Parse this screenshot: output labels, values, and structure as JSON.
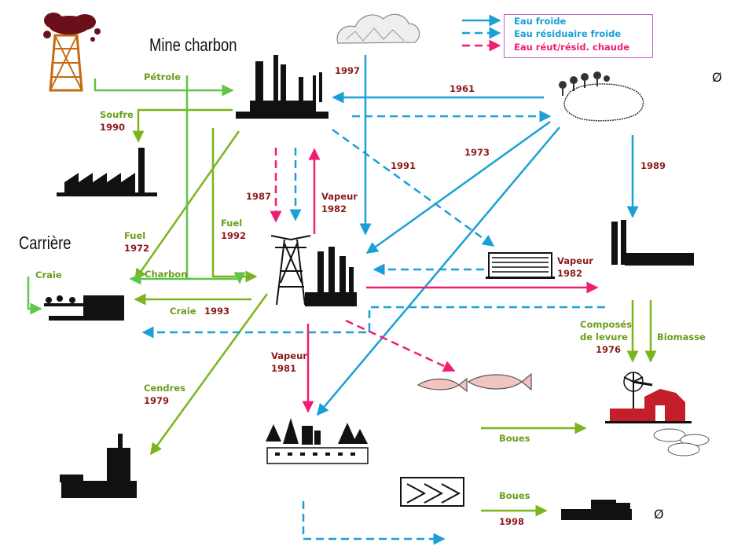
{
  "places": {
    "mine": "Mine charbon",
    "quarry": "Carrière"
  },
  "legend": {
    "cold": "Eau froide",
    "residual_cold": "Eau résiduaire froide",
    "hot": "Eau réut/résid. chaude"
  },
  "symbols": {
    "top_right": "Ø",
    "bottom_right": "Ø"
  },
  "flows": {
    "petrole": "Pétrole",
    "soufre": "Soufre",
    "soufre_year": "1990",
    "fuel_1972": "Fuel",
    "fuel_1972_year": "1972",
    "fuel_1992": "Fuel",
    "fuel_1992_year": "1992",
    "charbon": "Charbon",
    "craie_left": "Craie",
    "craie_1993": "Craie",
    "craie_1993_year": "1993",
    "cendres": "Cendres",
    "cendres_year": "1979",
    "y1997": "1997",
    "y1961": "1961",
    "y1973": "1973",
    "y1991": "1991",
    "y1989": "1989",
    "y1987": "1987",
    "vapeur_1982a": "Vapeur",
    "vapeur_1982a_year": "1982",
    "vapeur_1982b": "Vapeur",
    "vapeur_1982b_year": "1982",
    "vapeur_1981": "Vapeur",
    "vapeur_1981_year": "1981",
    "levure": "Composés",
    "levure2": "de levure",
    "levure_year": "1976",
    "biomasse": "Biomasse",
    "boues_1": "Boues",
    "boues_2": "Boues",
    "boues_2_year": "1998"
  },
  "colors": {
    "green": "#7ab51d",
    "light_green": "#5ec44a",
    "blue": "#1a9fd6",
    "pink": "#ee1f72"
  }
}
